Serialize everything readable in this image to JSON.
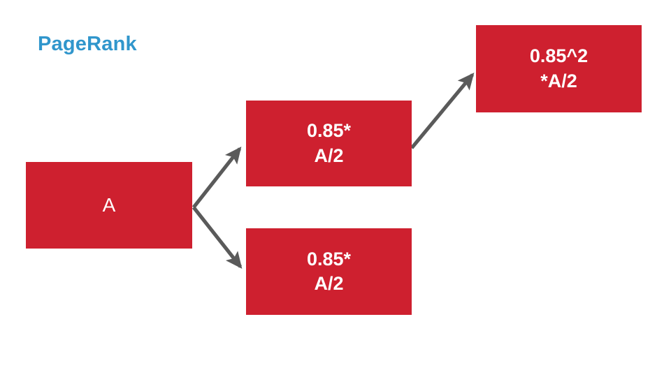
{
  "slide": {
    "title": "PageRank",
    "background_color": "#FFFFFF",
    "title_color": "#3096CC",
    "node_fill_color": "#CE202F",
    "node_text_color": "#FFFFFF",
    "arrow_color": "#5A5A5A"
  },
  "nodes": [
    {
      "id": "a",
      "name": "node-a",
      "lines": [
        "A"
      ],
      "line1": "A"
    },
    {
      "id": "b",
      "name": "node-b",
      "lines": [
        "0.85*",
        "A/2"
      ],
      "line1": "0.85*",
      "line2": "A/2"
    },
    {
      "id": "c",
      "name": "node-c",
      "lines": [
        "0.85*",
        "A/2"
      ],
      "line1": "0.85*",
      "line2": "A/2"
    },
    {
      "id": "d",
      "name": "node-d",
      "lines": [
        "0.85^2",
        "*A/2"
      ],
      "line1": "0.85^2",
      "line2": "*A/2"
    }
  ],
  "edges": [
    {
      "id": "a-to-b",
      "from": "a",
      "to": "b",
      "direction": "up-right"
    },
    {
      "id": "a-to-c",
      "from": "a",
      "to": "c",
      "direction": "down-right"
    },
    {
      "id": "b-to-d",
      "from": "b",
      "to": "d",
      "direction": "up-right"
    }
  ]
}
